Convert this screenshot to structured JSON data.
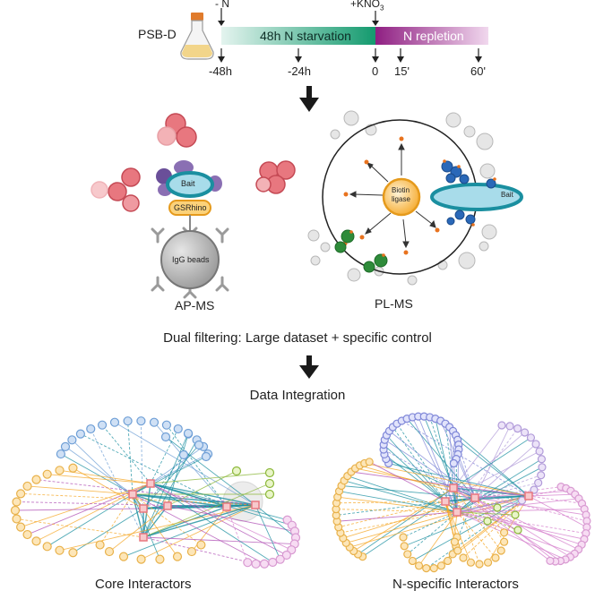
{
  "timeline": {
    "strain": "PSB-D",
    "minus_n": "- N",
    "plus_kno3_prefix": "+KNO",
    "plus_kno3_sub": "3",
    "starvation_label": "48h N starvation",
    "repletion_label": "N repletion",
    "ticks": [
      "-48h",
      "-24h",
      "0",
      "15'",
      "60'"
    ],
    "starvation_color": "#1f9e7a",
    "repletion_color": "#9c2b8c"
  },
  "ap_ms": {
    "bait": "Bait",
    "tag": "GSRhino",
    "beads": "IgG beads",
    "caption": "AP-MS"
  },
  "pl_ms": {
    "ligase_line1": "Biotin",
    "ligase_line2": "ligase",
    "bait": "Bait",
    "caption": "PL-MS"
  },
  "filtering": "Dual filtering: Large dataset + specific control",
  "integration": "Data Integration",
  "networks": {
    "left_caption": "Core Interactors",
    "right_caption": "N-specific Interactors"
  },
  "colors": {
    "cluster": "#e8777f",
    "teal": "#1a8fa0",
    "orange": "#f5a623",
    "green": "#2e8b3a"
  }
}
